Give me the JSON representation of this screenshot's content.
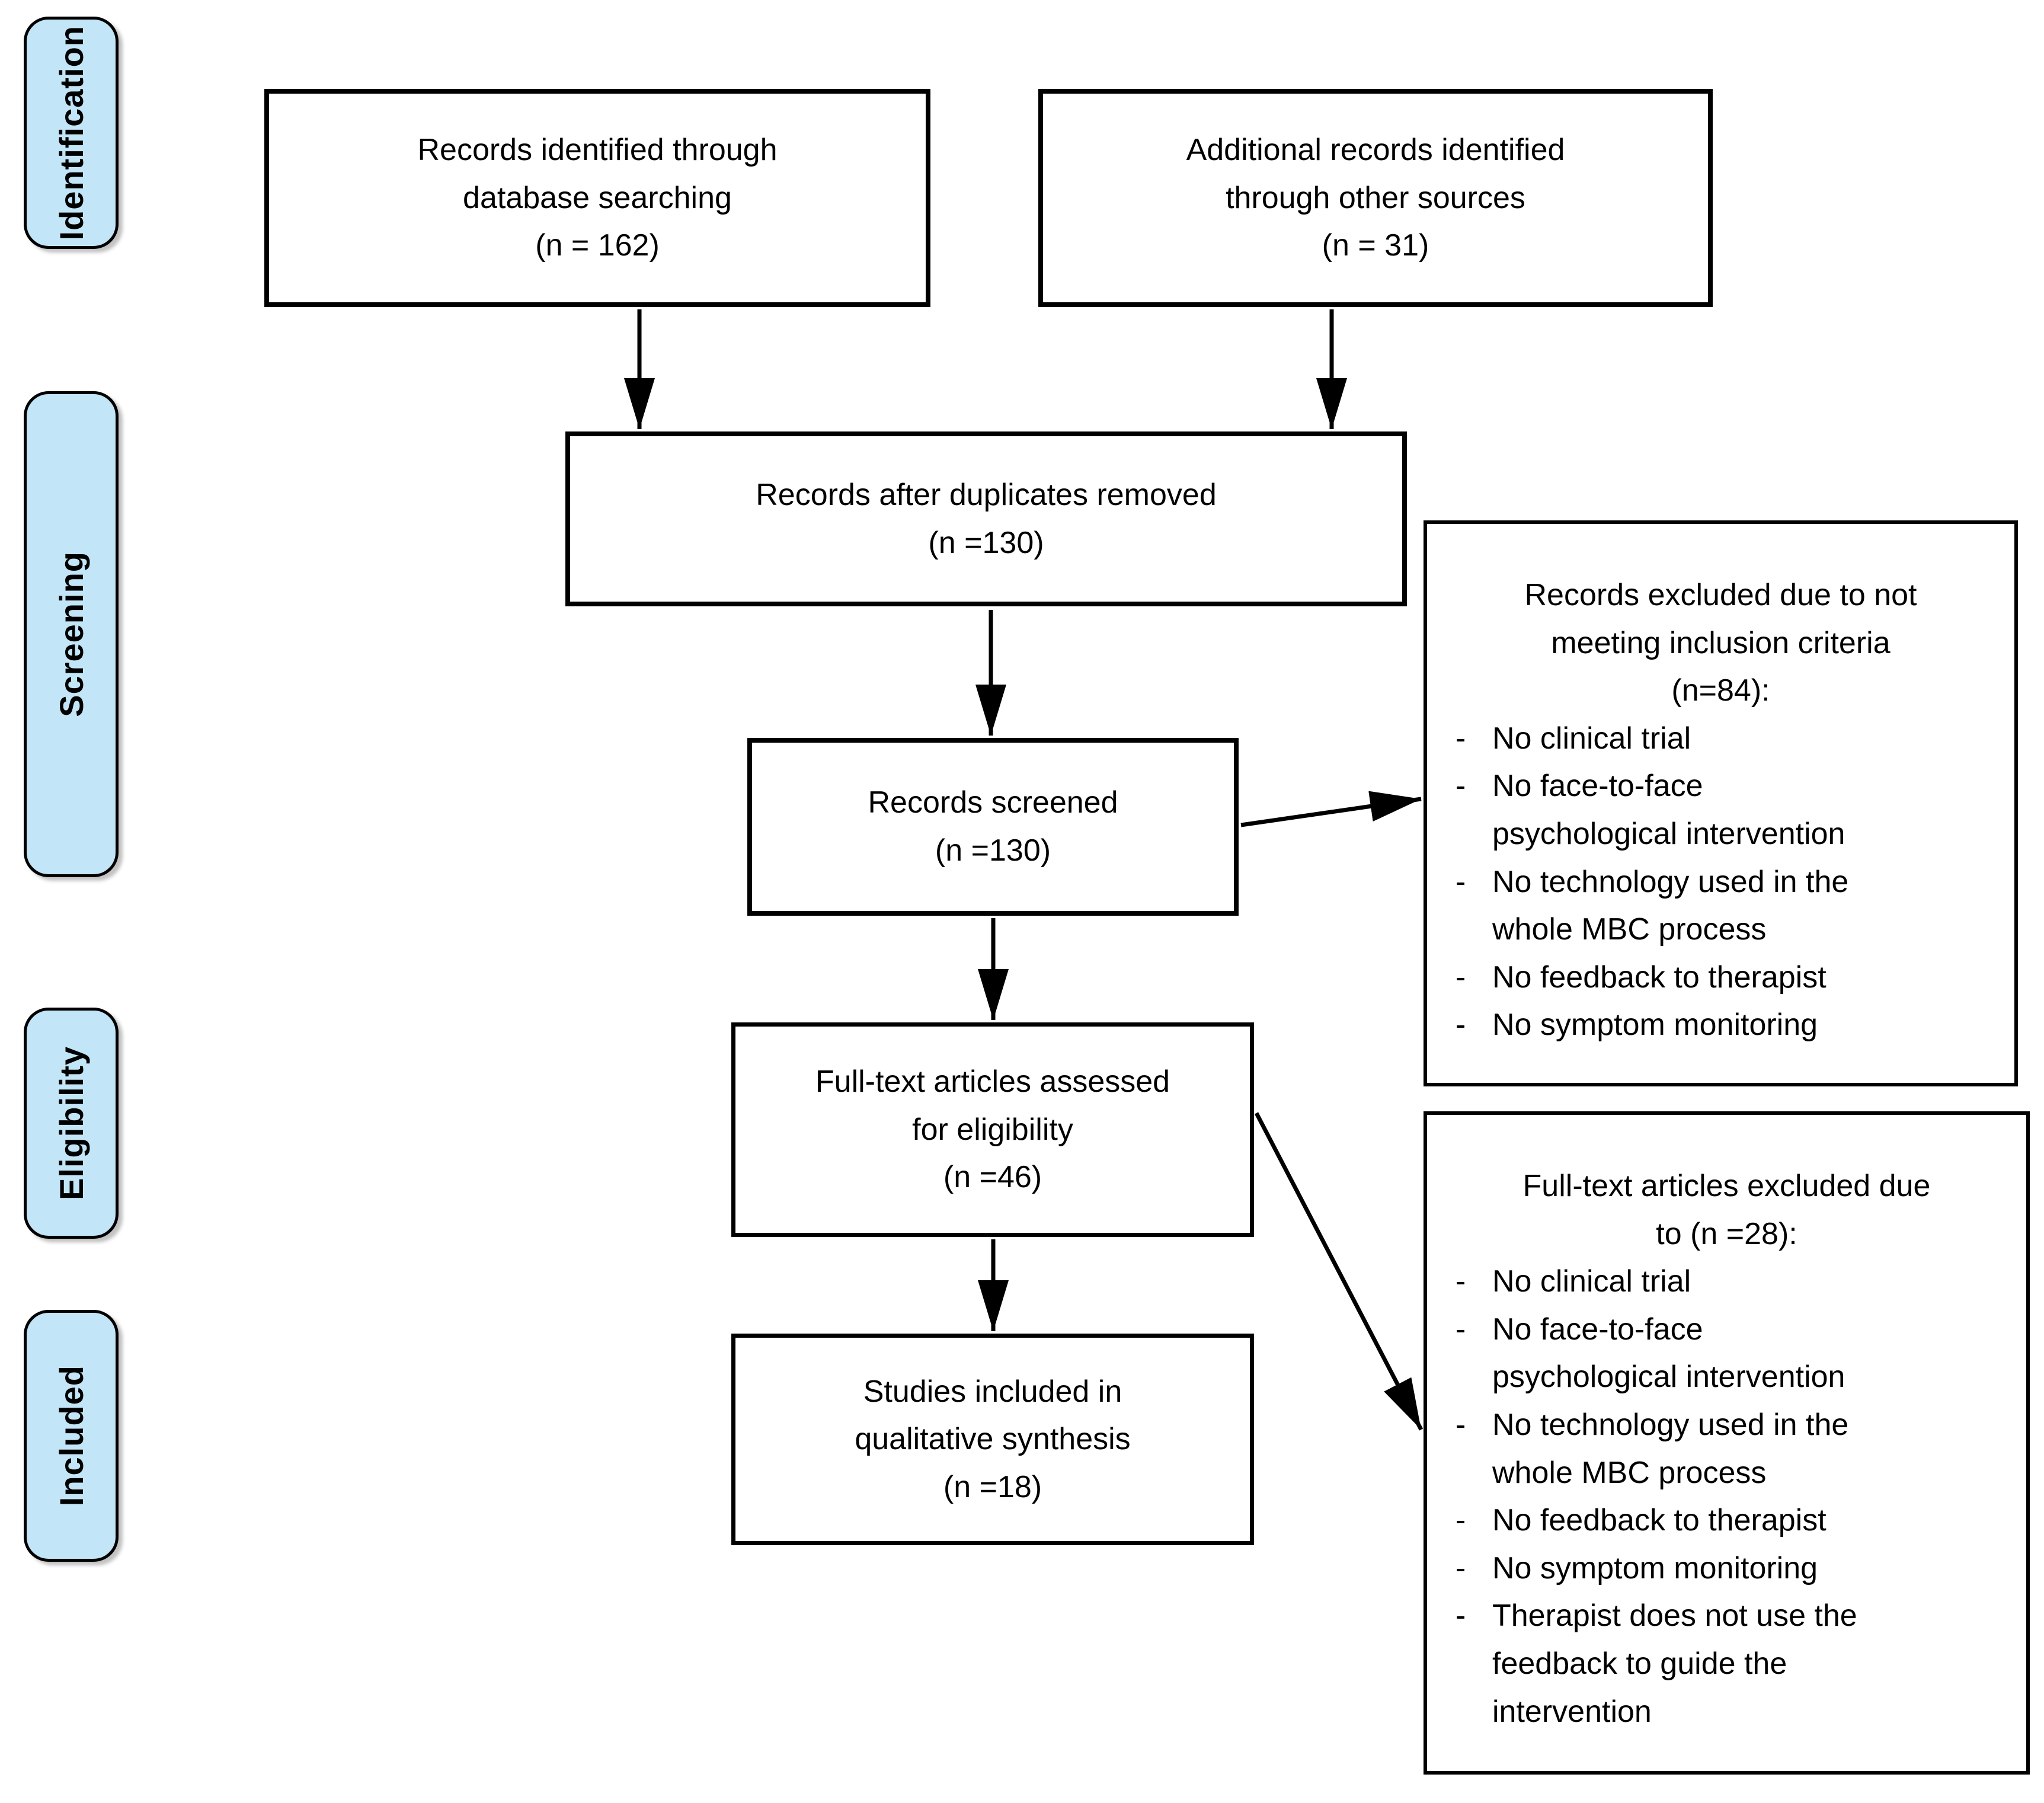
{
  "figure": {
    "bullet": "-",
    "colors": {
      "stage_fill": "#c2e5f7",
      "box_border": "#000000",
      "arrow": "#000000",
      "text": "#000000",
      "background": "#ffffff"
    },
    "stages": {
      "identification": "Identification",
      "screening": "Screening",
      "eligibility": "Eligibility",
      "included": "Included"
    },
    "boxes": {
      "records_identified": {
        "lines": [
          "Records identified through",
          "database searching",
          "(n = 162)"
        ]
      },
      "additional_records": {
        "lines": [
          "Additional records identified",
          "through other sources",
          "(n = 31)"
        ]
      },
      "duplicates_removed": {
        "lines": [
          "Records after duplicates removed",
          "(n =130)"
        ]
      },
      "records_screened": {
        "lines": [
          "Records screened",
          "(n =130)"
        ]
      },
      "fulltext_assessed": {
        "lines": [
          "Full-text articles assessed",
          "for eligibility",
          "(n =46)"
        ]
      },
      "studies_included": {
        "lines": [
          "Studies included in",
          "qualitative synthesis",
          "(n =18)"
        ]
      },
      "records_excluded": {
        "title_lines": [
          "Records excluded due to not",
          "meeting inclusion criteria",
          "(n=84):"
        ],
        "items": [
          [
            "No clinical trial"
          ],
          [
            "No face-to-face",
            "psychological intervention"
          ],
          [
            "No  technology used in the",
            "whole MBC process"
          ],
          [
            "No feedback to therapist"
          ],
          [
            "No symptom monitoring"
          ]
        ]
      },
      "fulltext_excluded": {
        "title_lines": [
          "Full-text articles excluded due",
          "to (n =28):"
        ],
        "items": [
          [
            "No clinical trial"
          ],
          [
            "No face-to-face",
            "psychological intervention"
          ],
          [
            "No  technology used in the",
            "whole MBC process"
          ],
          [
            "No feedback to therapist"
          ],
          [
            "No symptom monitoring"
          ],
          [
            "Therapist does not use the",
            "feedback to guide  the",
            "intervention"
          ]
        ]
      }
    }
  }
}
